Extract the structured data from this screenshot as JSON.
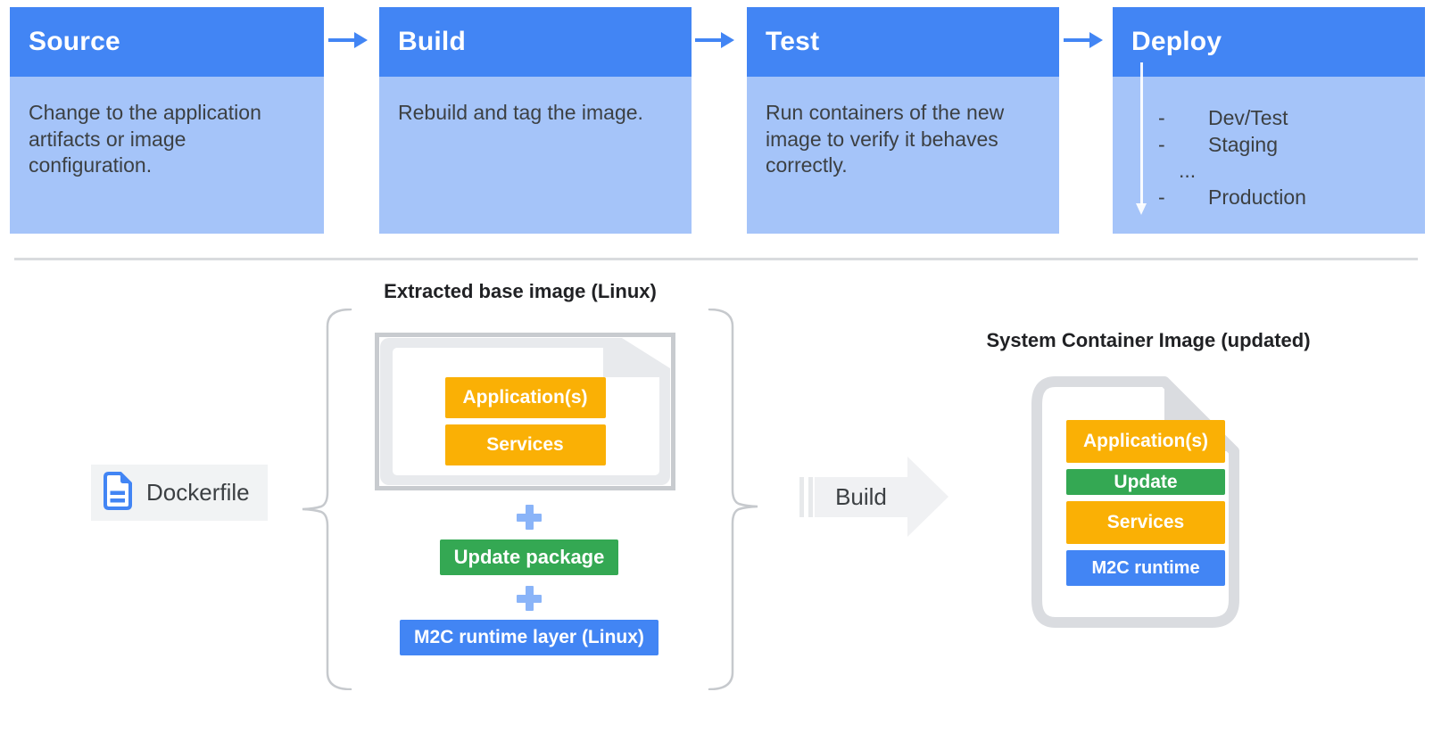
{
  "pipeline": {
    "stages": [
      {
        "title": "Source",
        "description": "Change to the application artifacts or image configuration."
      },
      {
        "title": "Build",
        "description": "Rebuild and tag the image."
      },
      {
        "title": "Test",
        "description": "Run containers of the new image to verify it behaves correctly."
      },
      {
        "title": "Deploy",
        "environments": [
          {
            "bullet": "-",
            "label": "Dev/Test"
          },
          {
            "bullet": "-",
            "label": "Staging"
          },
          {
            "bullet": "",
            "label": "..."
          },
          {
            "bullet": "-",
            "label": "Production"
          }
        ]
      }
    ]
  },
  "image_composition": {
    "dockerfile_label": "Dockerfile",
    "base_image": {
      "title": "Extracted base image (Linux)",
      "layers": [
        "Application(s)",
        "Services"
      ]
    },
    "plus_symbol": "+",
    "added_layers": [
      {
        "label": "Update package",
        "color": "#34A853"
      },
      {
        "label": "M2C runtime layer (Linux)",
        "color": "#4285F4"
      }
    ],
    "build_arrow_label": "Build",
    "result_image": {
      "title": "System Container Image (updated)",
      "layers": [
        {
          "label": "Application(s)",
          "color": "#FAB005"
        },
        {
          "label": "Update",
          "color": "#34A853"
        },
        {
          "label": "Services",
          "color": "#FAB005"
        },
        {
          "label": "M2C runtime",
          "color": "#4285F4"
        }
      ]
    }
  },
  "colors": {
    "stage_header_blue": "#4285F4",
    "stage_body_blue": "#A5C4F9",
    "arrow_blue": "#4285F4",
    "plus_blue": "#8AB4F8",
    "yellow": "#FAB005",
    "green": "#34A853",
    "page_gray": "#E8EAED",
    "file_stroke_gray": "#DADCE0",
    "text_dark": "#3C4043"
  }
}
